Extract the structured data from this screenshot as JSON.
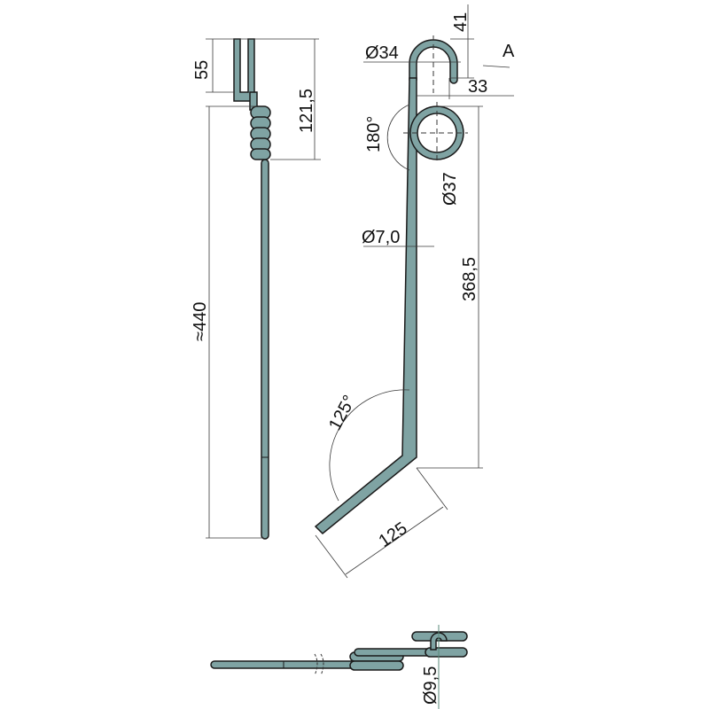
{
  "drawing": {
    "colors": {
      "wire": "#7fa3a3",
      "outline": "#1a1a1a",
      "dimension": "#3a3a3a"
    },
    "side_view": {
      "dim_top_fork": "55",
      "dim_coil_height": "121,5",
      "dim_total_length": "≈440"
    },
    "front_view": {
      "dim_hook_diameter": "Ø34",
      "dim_hook_height": "41",
      "view_label": "A",
      "dim_hook_width": "33",
      "angle_coil": "180°",
      "dim_coil_diameter": "Ø37",
      "dim_wire_diameter": "Ø7,0",
      "dim_shaft_length": "368,5",
      "angle_bend": "125°",
      "dim_tip_length": "125"
    },
    "bottom_view": {
      "dim_fork_diameter": "Ø9,5"
    }
  }
}
